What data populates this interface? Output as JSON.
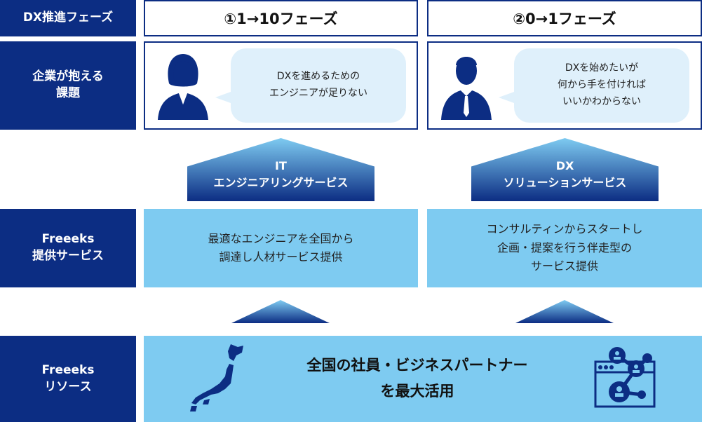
{
  "rows": {
    "phase": "DX推進フェーズ",
    "challenge": "企業が抱える\n課題",
    "service": "Freeeks\n提供サービス",
    "resource": "Freeeks\nリソース"
  },
  "columns": [
    {
      "phase": "①1→10フェーズ",
      "challenge": "DXを進めるための\nエンジニアが足りない",
      "arrow": "IT\nエンジニアリングサービス",
      "service": "最適なエンジニアを全国から\n調達し人材サービス提供"
    },
    {
      "phase": "②0→1フェーズ",
      "challenge": "DXを始めたいが\n何から手を付ければ\nいいかわからない",
      "arrow": "DX\nソリューションサービス",
      "service": "コンサルティンからスタートし\n企画・提案を行う伴走型の\nサービス提供"
    }
  ],
  "resource_text": "全国の社員・ビジネスパートナー\nを最大活用",
  "colors": {
    "navy": "#0c2d83",
    "light_blue": "#7ecbf1",
    "bubble": "#dff0fb"
  }
}
